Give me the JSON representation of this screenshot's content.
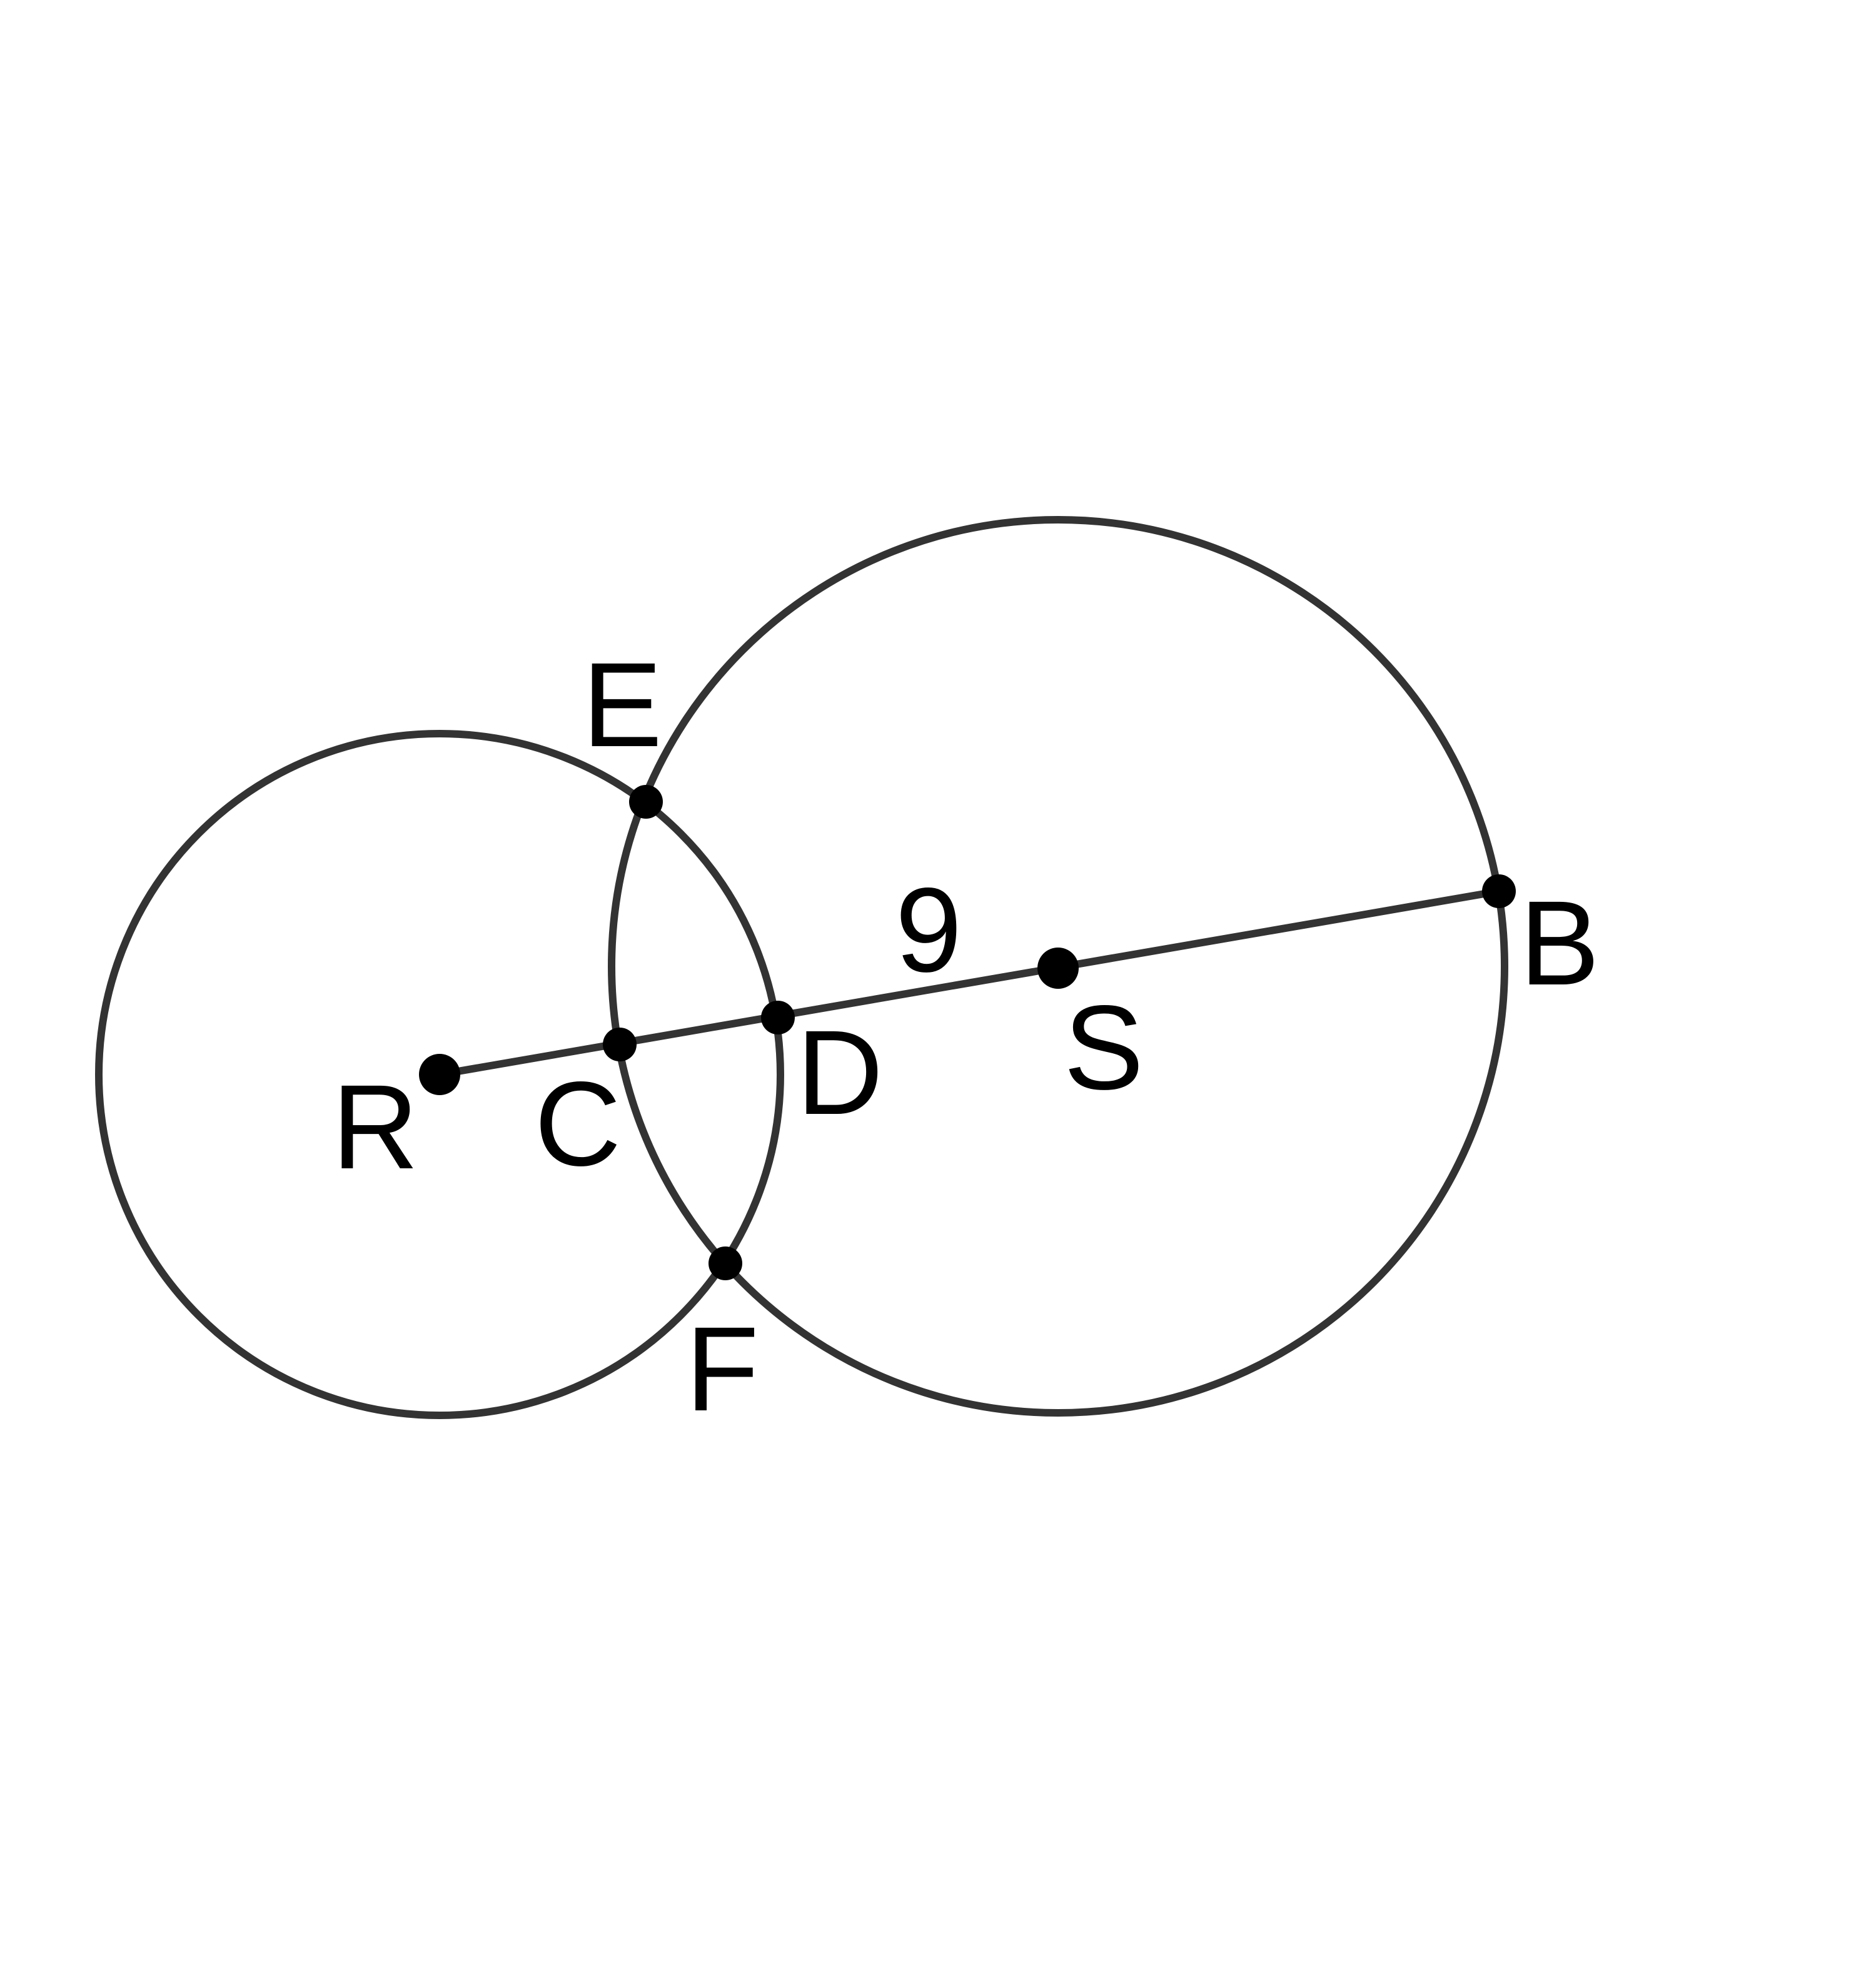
{
  "colors": {
    "stroke": "#333333",
    "point": "#000000",
    "label": "#000000",
    "background": "#ffffff"
  },
  "circles": [
    {
      "id": "circle-R",
      "center": "R"
    },
    {
      "id": "circle-S",
      "center": "S"
    }
  ],
  "segments": [
    {
      "id": "segment-RB",
      "from": "R",
      "to": "B"
    }
  ],
  "points": {
    "R": "R",
    "C": "C",
    "D": "D",
    "S": "S",
    "B": "B",
    "E": "E",
    "F": "F"
  },
  "measurements": {
    "DS": "9"
  }
}
